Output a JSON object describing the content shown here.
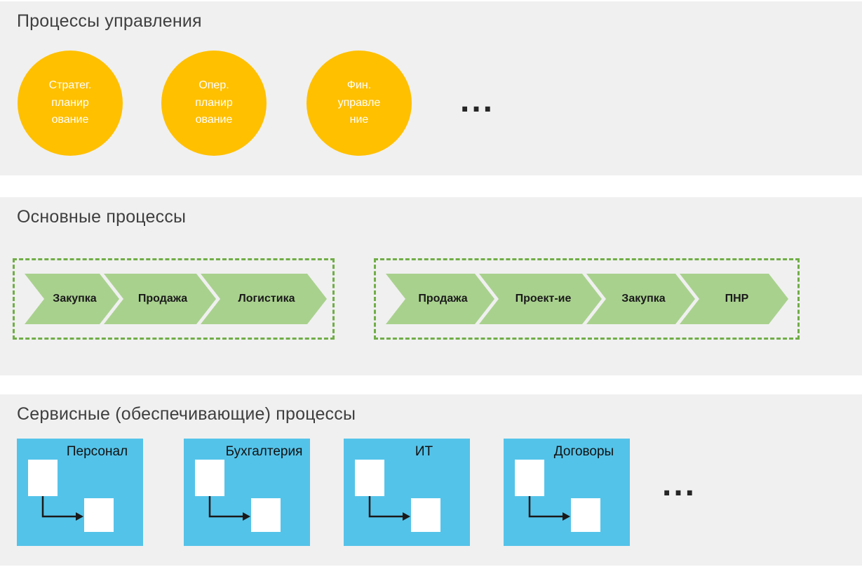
{
  "sections": {
    "management": {
      "title": "Процессы управления",
      "circles": [
        {
          "lines": [
            "Стратег.",
            "планир",
            "ование"
          ]
        },
        {
          "lines": [
            "Опер.",
            "планир",
            "ование"
          ]
        },
        {
          "lines": [
            "Фин.",
            "управле",
            "ние"
          ]
        }
      ],
      "ellipsis": "..."
    },
    "main": {
      "title": "Основные процессы",
      "groups": [
        {
          "steps": [
            "Закупка",
            "Продажа",
            "Логистика"
          ]
        },
        {
          "steps": [
            "Продажа",
            "Проект-ие",
            "Закупка",
            "ПНР"
          ]
        }
      ]
    },
    "service": {
      "title": "Сервисные (обеспечивающие) процессы",
      "boxes": [
        {
          "label": "Персонал"
        },
        {
          "label": "Бухгалтерия"
        },
        {
          "label": "ИТ"
        },
        {
          "label": "Договоры"
        }
      ],
      "ellipsis": "..."
    }
  },
  "colors": {
    "band_background": "#f0f0f0",
    "circle_fill": "#ffc000",
    "circle_text": "#ffffff",
    "chevron_fill": "#a9d18e",
    "chevron_text": "#1a1a1a",
    "dashed_border": "#70ad47",
    "service_box_fill": "#54c3e9",
    "title_text": "#3f3f3f"
  }
}
